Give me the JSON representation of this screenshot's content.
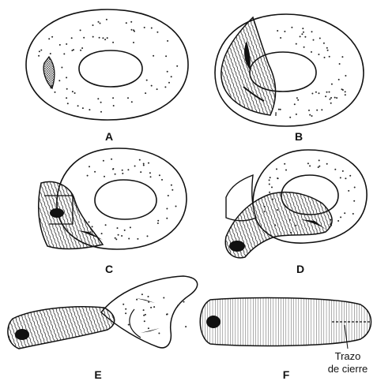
{
  "panels": [
    {
      "letter": "A"
    },
    {
      "letter": "B"
    },
    {
      "letter": "C"
    },
    {
      "letter": "D"
    },
    {
      "letter": "E"
    },
    {
      "letter": "F"
    }
  ],
  "annotation": {
    "line1": "Trazo",
    "line2": "de cierre"
  }
}
